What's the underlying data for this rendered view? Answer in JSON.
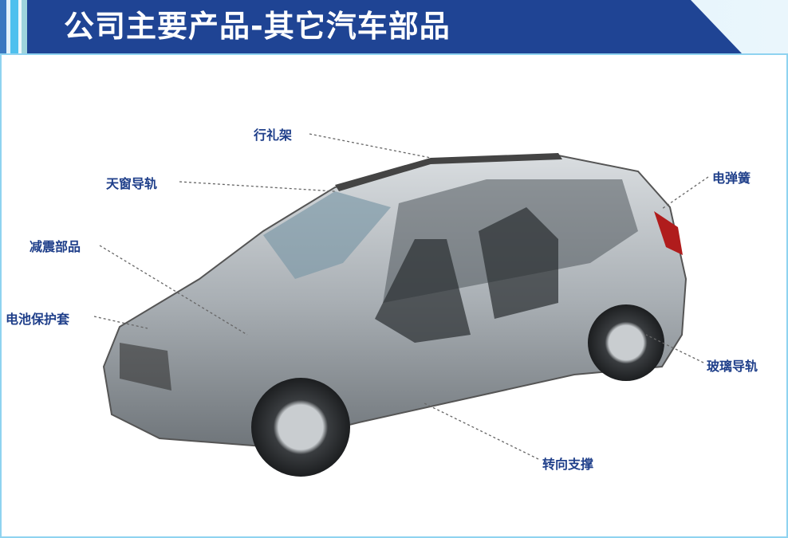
{
  "header": {
    "title": "公司主要产品-其它汽车部品"
  },
  "labels": {
    "roof_rack": "行礼架",
    "sunroof_rail": "天窗导轨",
    "shock_parts": "减震部品",
    "battery_cover": "电池保护套",
    "gas_spring": "电弹簧",
    "glass_rail": "玻璃导轨",
    "steering_support": "转向支撑"
  },
  "colors": {
    "banner": "#1f4494",
    "label": "#1f3f8a",
    "frame": "#8fd3f0"
  }
}
